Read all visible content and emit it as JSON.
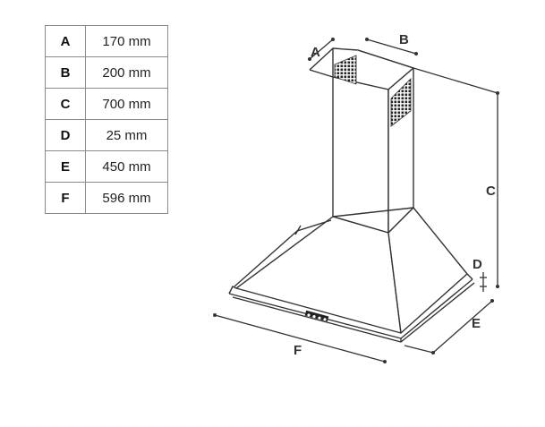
{
  "dimensions": [
    {
      "key": "A",
      "value": "170 mm"
    },
    {
      "key": "B",
      "value": "200 mm"
    },
    {
      "key": "C",
      "value": "700 mm"
    },
    {
      "key": "D",
      "value": "25 mm"
    },
    {
      "key": "E",
      "value": "450 mm"
    },
    {
      "key": "F",
      "value": "596 mm"
    }
  ],
  "drawing_labels": {
    "a": "A",
    "b": "B",
    "c": "C",
    "d": "D",
    "e": "E",
    "f": "F"
  },
  "colors": {
    "line": "#333333",
    "table_border": "#8a8a8a"
  }
}
